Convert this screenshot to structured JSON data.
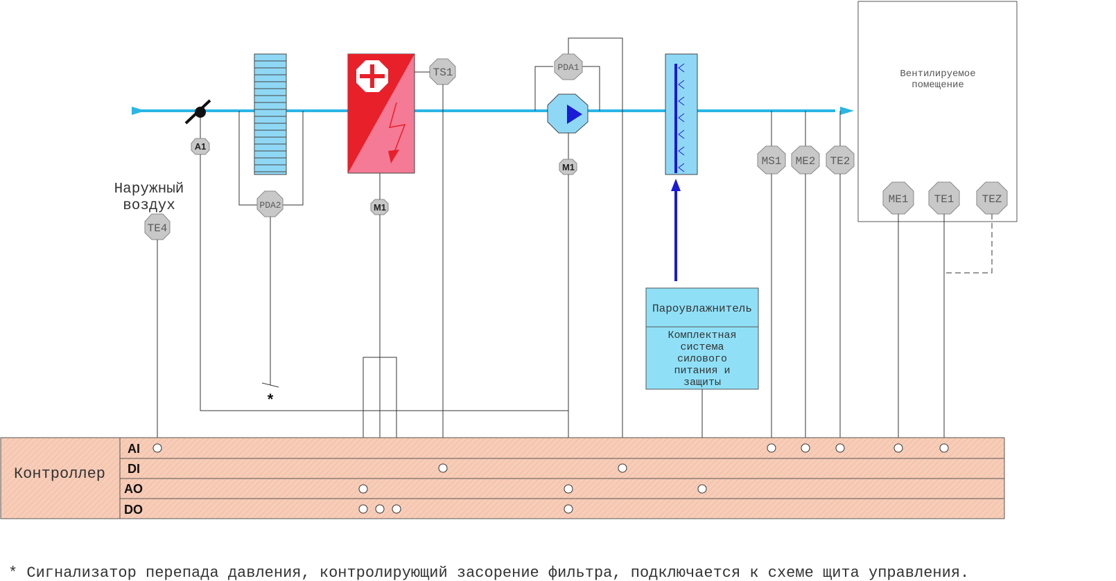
{
  "outside_air": {
    "line1": "Наружный",
    "line2": "воздух"
  },
  "room": {
    "line1": "Вентилируемое",
    "line2": "помещение"
  },
  "controller": {
    "label": "Контроллер",
    "buses": [
      "AI",
      "DI",
      "AO",
      "DO"
    ]
  },
  "sensors": {
    "te4": "TE4",
    "a1": "A1",
    "pda2": "PDA2",
    "ts1": "TS1",
    "m1_heater": "M1",
    "pda1": "PDA1",
    "m1_fan": "M1",
    "ms1": "MS1",
    "me2": "ME2",
    "te2": "TE2",
    "me1": "ME1",
    "te1": "TE1",
    "tez": "TEZ"
  },
  "humidifier": {
    "title": "Пароувлажнитель",
    "line1": "Комплектная",
    "line2": "система",
    "line3": "силового",
    "line4": "питания и",
    "line5": "защиты"
  },
  "asterisk": "*",
  "footnote": "* Сигнализатор перепада давления, контролирующий засорение фильтра, подключается к схеме щита управления.",
  "colors": {
    "air_flow": "#29b6e6",
    "filter": "#8fd8f5",
    "heater_red": "#e8202a",
    "heater_pink": "#f47a95",
    "humidifier_box": "#8fe0f7",
    "steam_line": "#1a1ad8",
    "controller_fill": "#f7cdb8",
    "sensor_fill": "#c8c8c8"
  }
}
